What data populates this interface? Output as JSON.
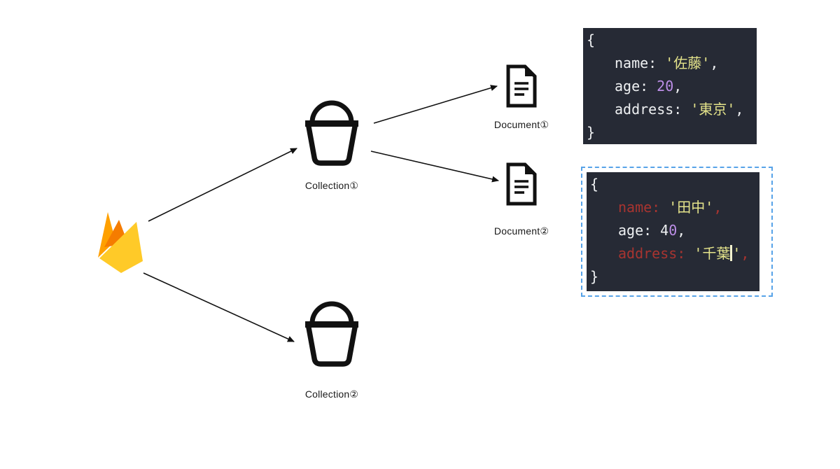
{
  "labels": {
    "collection1": "Collection①",
    "collection2": "Collection②",
    "document1": "Document①",
    "document2": "Document②"
  },
  "code_block_1": {
    "brace_open": "{",
    "brace_close": "}",
    "lines": {
      "name": {
        "key": "name:",
        "value": "'佐藤'",
        "comma": ","
      },
      "age": {
        "key": "age:",
        "value": "20",
        "comma": ","
      },
      "address": {
        "key": "address:",
        "value": "'東京'",
        "comma": ","
      }
    }
  },
  "code_block_2": {
    "brace_open": "{",
    "brace_close": "}",
    "lines": {
      "name": {
        "key": "name:",
        "value": "'田中'",
        "comma": ","
      },
      "age": {
        "key": "age:",
        "value_typed": "4",
        "value_number": "0",
        "comma": ","
      },
      "address": {
        "key": "address:",
        "value_before_cursor": "'千葉",
        "value_after_cursor": "'",
        "comma": ","
      }
    }
  },
  "colors": {
    "code_background": "#262a35",
    "code_text_white": "#eef0f2",
    "string_yellow": "#e5e48b",
    "number_purple": "#bd8fe8",
    "highlight_red": "#a83430",
    "selection_border_blue": "#57a3e8",
    "firebase_amber": "#FFA000",
    "firebase_dark_orange": "#F57C00",
    "firebase_yellow": "#FFCA28",
    "line_black": "#111111"
  }
}
